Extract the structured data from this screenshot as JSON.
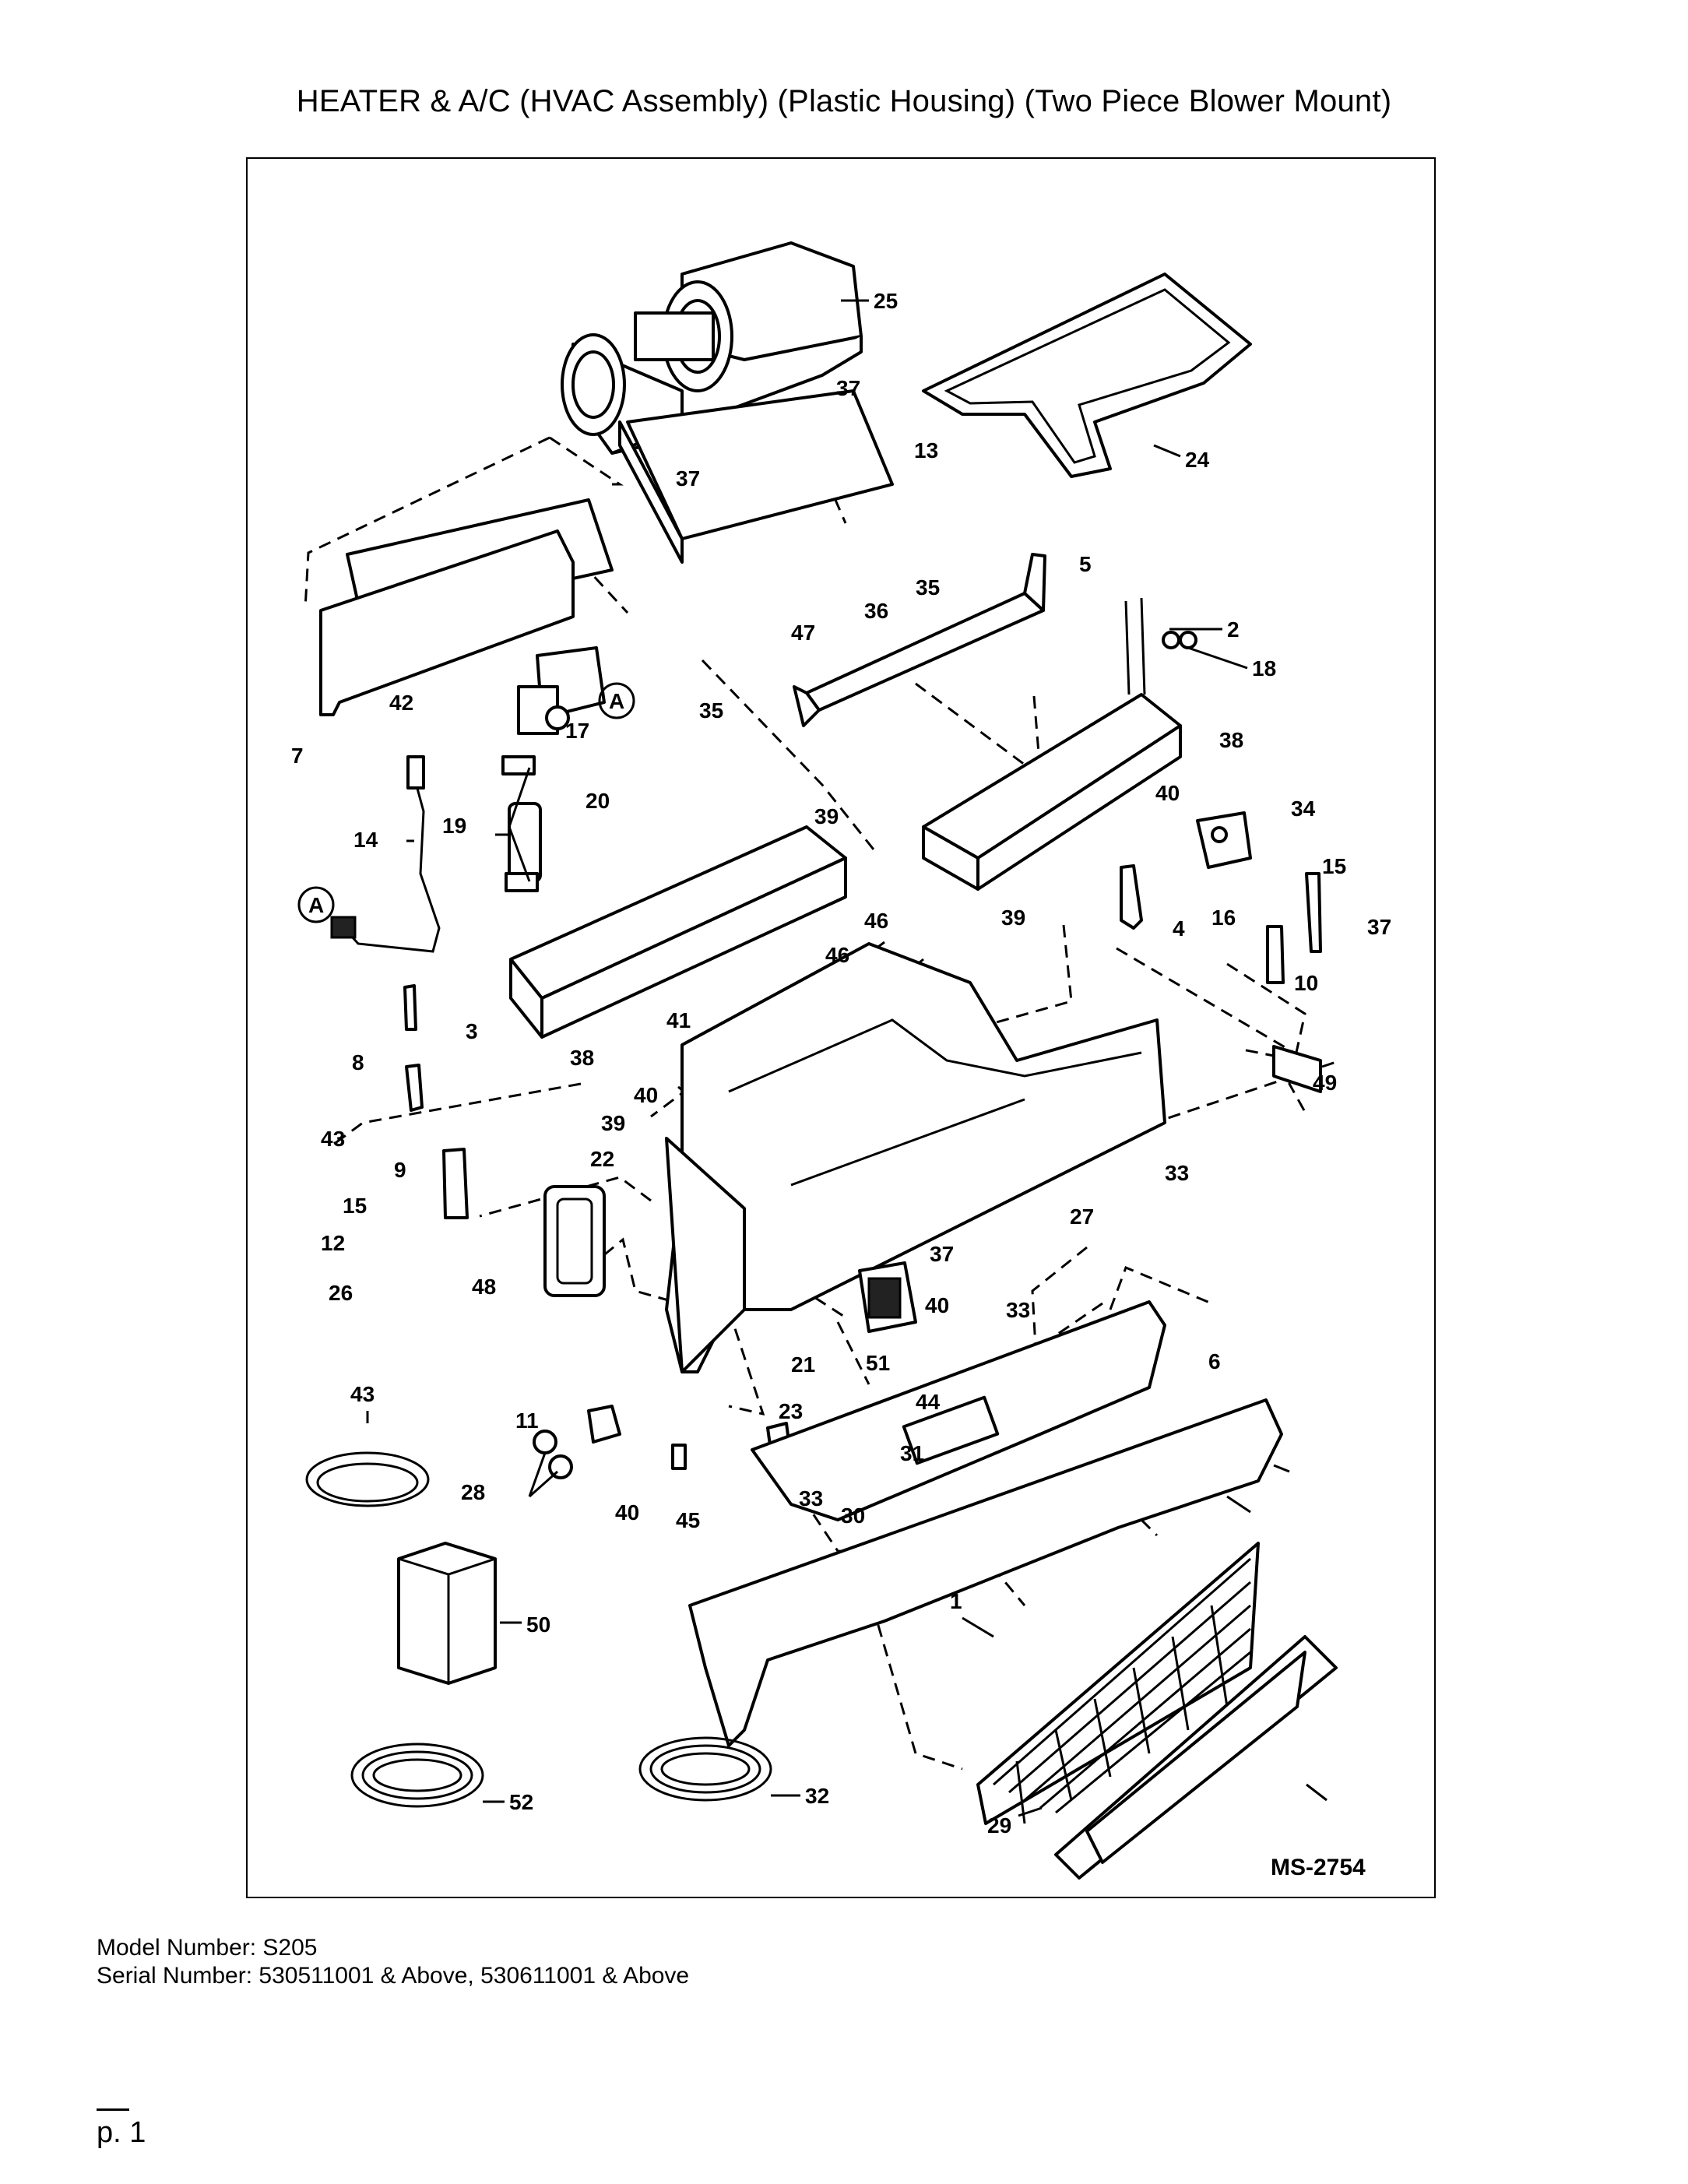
{
  "page": {
    "title": "HEATER & A/C (HVAC Assembly) (Plastic Housing) (Two Piece Blower Mount)",
    "model_line": "Model Number: S205",
    "serial_line": "Serial Number: 530511001 & Above, 530611001 & Above",
    "page_number": "p. 1"
  },
  "diagram": {
    "drawing_number": "MS-2754",
    "callouts": [
      "25",
      "37",
      "24",
      "13",
      "37",
      "5",
      "35",
      "36",
      "2",
      "47",
      "18",
      "7",
      "42",
      "17",
      "A",
      "35",
      "38",
      "20",
      "19",
      "39",
      "40",
      "34",
      "14",
      "15",
      "A",
      "46",
      "39",
      "16",
      "4",
      "37",
      "46",
      "10",
      "41",
      "3",
      "38",
      "49",
      "8",
      "40",
      "39",
      "43",
      "22",
      "33",
      "9",
      "15",
      "12",
      "27",
      "37",
      "26",
      "48",
      "40",
      "33",
      "21",
      "51",
      "43",
      "44",
      "6",
      "11",
      "23",
      "28",
      "31",
      "40",
      "33",
      "45",
      "30",
      "1",
      "50",
      "52",
      "32",
      "29"
    ]
  },
  "colors": {
    "ink": "#000000",
    "paper": "#ffffff"
  }
}
